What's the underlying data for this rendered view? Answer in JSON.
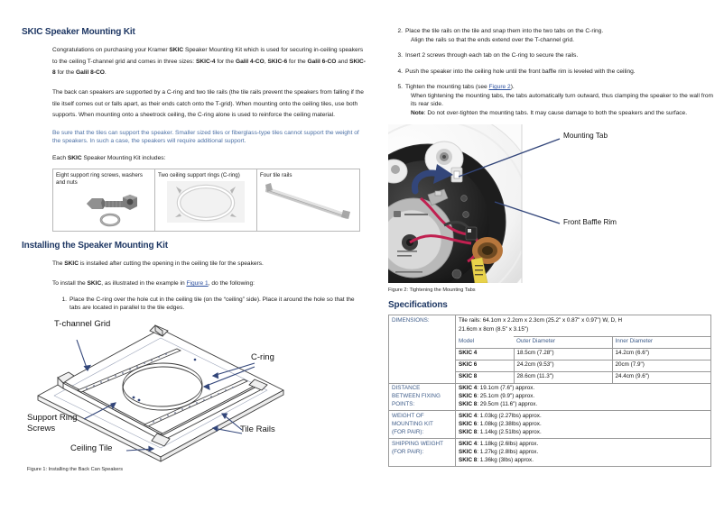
{
  "left": {
    "heading": "SKIC Speaker Mounting Kit",
    "intro_p1": {
      "t1": "Congratulations on purchasing your Kramer ",
      "b1": "SKIC",
      "t2": " Speaker Mounting Kit which is used for securing in-ceiling speakers to the ceiling T-channel grid and comes in three sizes: ",
      "b2": "SKIC-4",
      "t3": " for the ",
      "b3": "Galil 4-CO",
      "t4": ", ",
      "b4": "SKIC-6",
      "t5": " for the ",
      "b5": "Galil 6-CO",
      "t6": " and ",
      "b6": "SKIC-8",
      "t7": " for the ",
      "b7": "Galil 8-CO",
      "t8": "."
    },
    "intro_p2": "The back can speakers are supported by a C-ring and two tile rails (the tile rails prevent the speakers from falling if the tile itself comes out or falls apart, as their ends catch onto the T-grid). When mounting onto the ceiling tiles, use both supports. When mounting onto a sheetrock ceiling, the C-ring alone is used to reinforce the ceiling material.",
    "note": "Be sure that the tiles can support the speaker. Smaller sized tiles or fiberglass-type tiles cannot support the weight of the speakers. In such a case, the speakers will require additional support.",
    "includes_pre": "Each ",
    "includes_bold": "SKIC",
    "includes_post": " Speaker Mounting Kit includes:",
    "kit_items": [
      {
        "caption": "Eight support ring screws, washers and nuts",
        "art": "screws-washers-nuts-photo"
      },
      {
        "caption": "Two ceiling support rings (C-ring)",
        "art": "c-ring-photo"
      },
      {
        "caption": "Four tile rails",
        "art": "tile-rail-photo"
      }
    ],
    "install_heading": "Installing the Speaker Mounting Kit",
    "install_p1_pre": "The ",
    "install_p1_bold": "SKIC",
    "install_p1_post": " is installed after cutting the opening in the ceiling tile for the speakers.",
    "install_p2_pre": "To install the ",
    "install_p2_bold": "SKIC",
    "install_p2_mid": ", as illustrated in the example in ",
    "install_p2_link": "Figure 1",
    "install_p2_post": ", do the following:",
    "step1": {
      "num": "1.",
      "line1": "Place the C-ring over the hole cut in the ceiling tile (on the “ceiling” side). Place it around",
      "line2": "the hole so that the tabs are located in parallel to the tile edges."
    },
    "figure1": {
      "caption": "Figure 1: Installing the Back Can Speakers",
      "labels": {
        "t_channel_grid": "T-channel Grid",
        "c_ring": "C-ring",
        "support_ring_screws_l1": "Support Ring",
        "support_ring_screws_l2": "Screws",
        "tile_rails": "Tile Rails",
        "ceiling_tile": "Ceiling Tile"
      }
    }
  },
  "right": {
    "steps": [
      {
        "num": "2.",
        "line1": "Place the tile rails on the tile and snap them into the two tabs on the C-ring.",
        "line2": "Align the rails so that the ends extend over the T-channel grid."
      },
      {
        "num": "3.",
        "line1": "Insert 2 screws through each tab on the C-ring to secure the rails.",
        "line2": ""
      },
      {
        "num": "4.",
        "line1": "Push the speaker into the ceiling hole until the front baffle rim is leveled with the ceiling.",
        "line2": ""
      }
    ],
    "step5": {
      "num": "5.",
      "lead_pre": "Tighten the mounting tabs (see ",
      "lead_link": "Figure 2",
      "lead_post": ").",
      "body": "When tightening the mounting tabs, the tabs automatically turn outward, thus clamping the speaker to the wall from its rear side.",
      "note_label": "Note",
      "note_text": ": Do not over-tighten the mounting tabs. It may cause damage to both the speakers and the surface."
    },
    "figure2": {
      "caption": "Figure 2: Tightening the Mounting Tabs",
      "labels": {
        "mounting_tab": "Mounting Tab",
        "front_baffle_rim": "Front Baffle Rim"
      }
    },
    "spec_heading": "Specifications",
    "spec": {
      "dimensions_label": "DIMENSIONS:",
      "dimensions_line1": "Tile rails: 64.1cm x 2.2cm x 2.3cm (25.2\" x 0.87\" x 0.97\") W, D, H",
      "dimensions_line2": "21.6cm x 8cm (8.5\" x 3.15\")",
      "diameter_headers": [
        "Model",
        "Outer Diameter",
        "Inner Diameter"
      ],
      "diameter_rows": [
        {
          "model": "SKIC 4",
          "outer": "18.5cm (7.28\")",
          "inner": "14.2cm (6.6\")"
        },
        {
          "model": "SKIC 6",
          "outer": "24.2cm (9.53\")",
          "inner": "20cm (7.9\")"
        },
        {
          "model": "SKIC 8",
          "outer": "28.6cm (11.3\")",
          "inner": "24.4cm (9.6\")"
        }
      ],
      "distance_label_l1": "DISTANCE",
      "distance_label_l2": "BETWEEN FIXING",
      "distance_label_l3": "POINTS:",
      "distance_rows": [
        {
          "model": "SKIC 4",
          "value": ": 19.1cm (7.6\") approx."
        },
        {
          "model": "SKIC 6",
          "value": ": 25.1cm (9.9\") approx."
        },
        {
          "model": "SKIC 8",
          "value": ": 29.5cm (11.6\") approx."
        }
      ],
      "weight_label_l1": "WEIGHT OF",
      "weight_label_l2": "MOUNTING KIT",
      "weight_label_l3": "(FOR PAIR):",
      "weight_rows": [
        {
          "model": "SKIC 4",
          "value": ": 1.03kg (2.27lbs) approx."
        },
        {
          "model": "SKIC 6",
          "value": ": 1.08kg (2.38lbs) approx."
        },
        {
          "model": "SKIC 8",
          "value": ": 1.14kg (2.51lbs) approx."
        }
      ],
      "shipping_label_l1": "SHIPPING WEIGHT",
      "shipping_label_l2": "(FOR PAIR):",
      "shipping_rows": [
        {
          "model": "SKIC 4",
          "value": ": 1.18kg (2.6lbs) approx."
        },
        {
          "model": "SKIC 6",
          "value": ": 1.27kg (2.8lbs) approx."
        },
        {
          "model": "SKIC 8",
          "value": ": 1.36kg (3lbs) approx."
        }
      ]
    }
  },
  "colors": {
    "heading_navy": "#1f3864",
    "note_blue": "#4a6fa5",
    "link_blue": "#2b4f9e",
    "spec_label_blue": "#3f5d8a",
    "table_border": "#9a9a9a",
    "arrow_navy": "#33467a"
  }
}
